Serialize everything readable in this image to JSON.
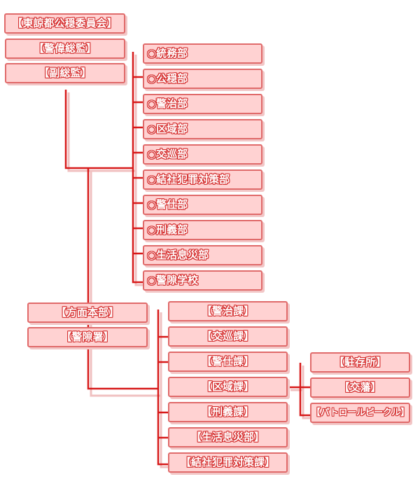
{
  "nodes": {
    "top": "【東諒都公穏委員会】",
    "chief": "【警偉総監】",
    "deputy": "【副総監】",
    "dept_general": "○統務部",
    "dept_security": "○公穏部",
    "dept_police_admin": "○警治部",
    "dept_area": "○区域部",
    "dept_traffic": "○交巡部",
    "dept_org_crime": "○結社犯罪対策部",
    "dept_service": "○警仕部",
    "dept_criminal": "○刑義部",
    "dept_life_safety": "○生活息災部",
    "dept_school": "○警隙学校",
    "regional_hq": "【方面本部】",
    "station": "【警隙署】",
    "sec_police_admin": "【警治課】",
    "sec_traffic": "【交巡課】",
    "sec_service": "【警仕課】",
    "sec_area": "【区域課】",
    "sec_criminal": "【刑義課】",
    "sec_life_safety": "【生活息災部】",
    "sec_org_crime": "【結社犯罪対策課】",
    "post_chuzai": "【駐存所】",
    "post_koban": "【交藩】",
    "post_patrol": "【パトロールピークル】"
  },
  "colors": {
    "box_fill": "#ffd2d2",
    "box_border": "#e06a6a",
    "text_outline": "#d42d2d",
    "connector": "#d71a1a",
    "shadow": "#f2c6c6"
  }
}
